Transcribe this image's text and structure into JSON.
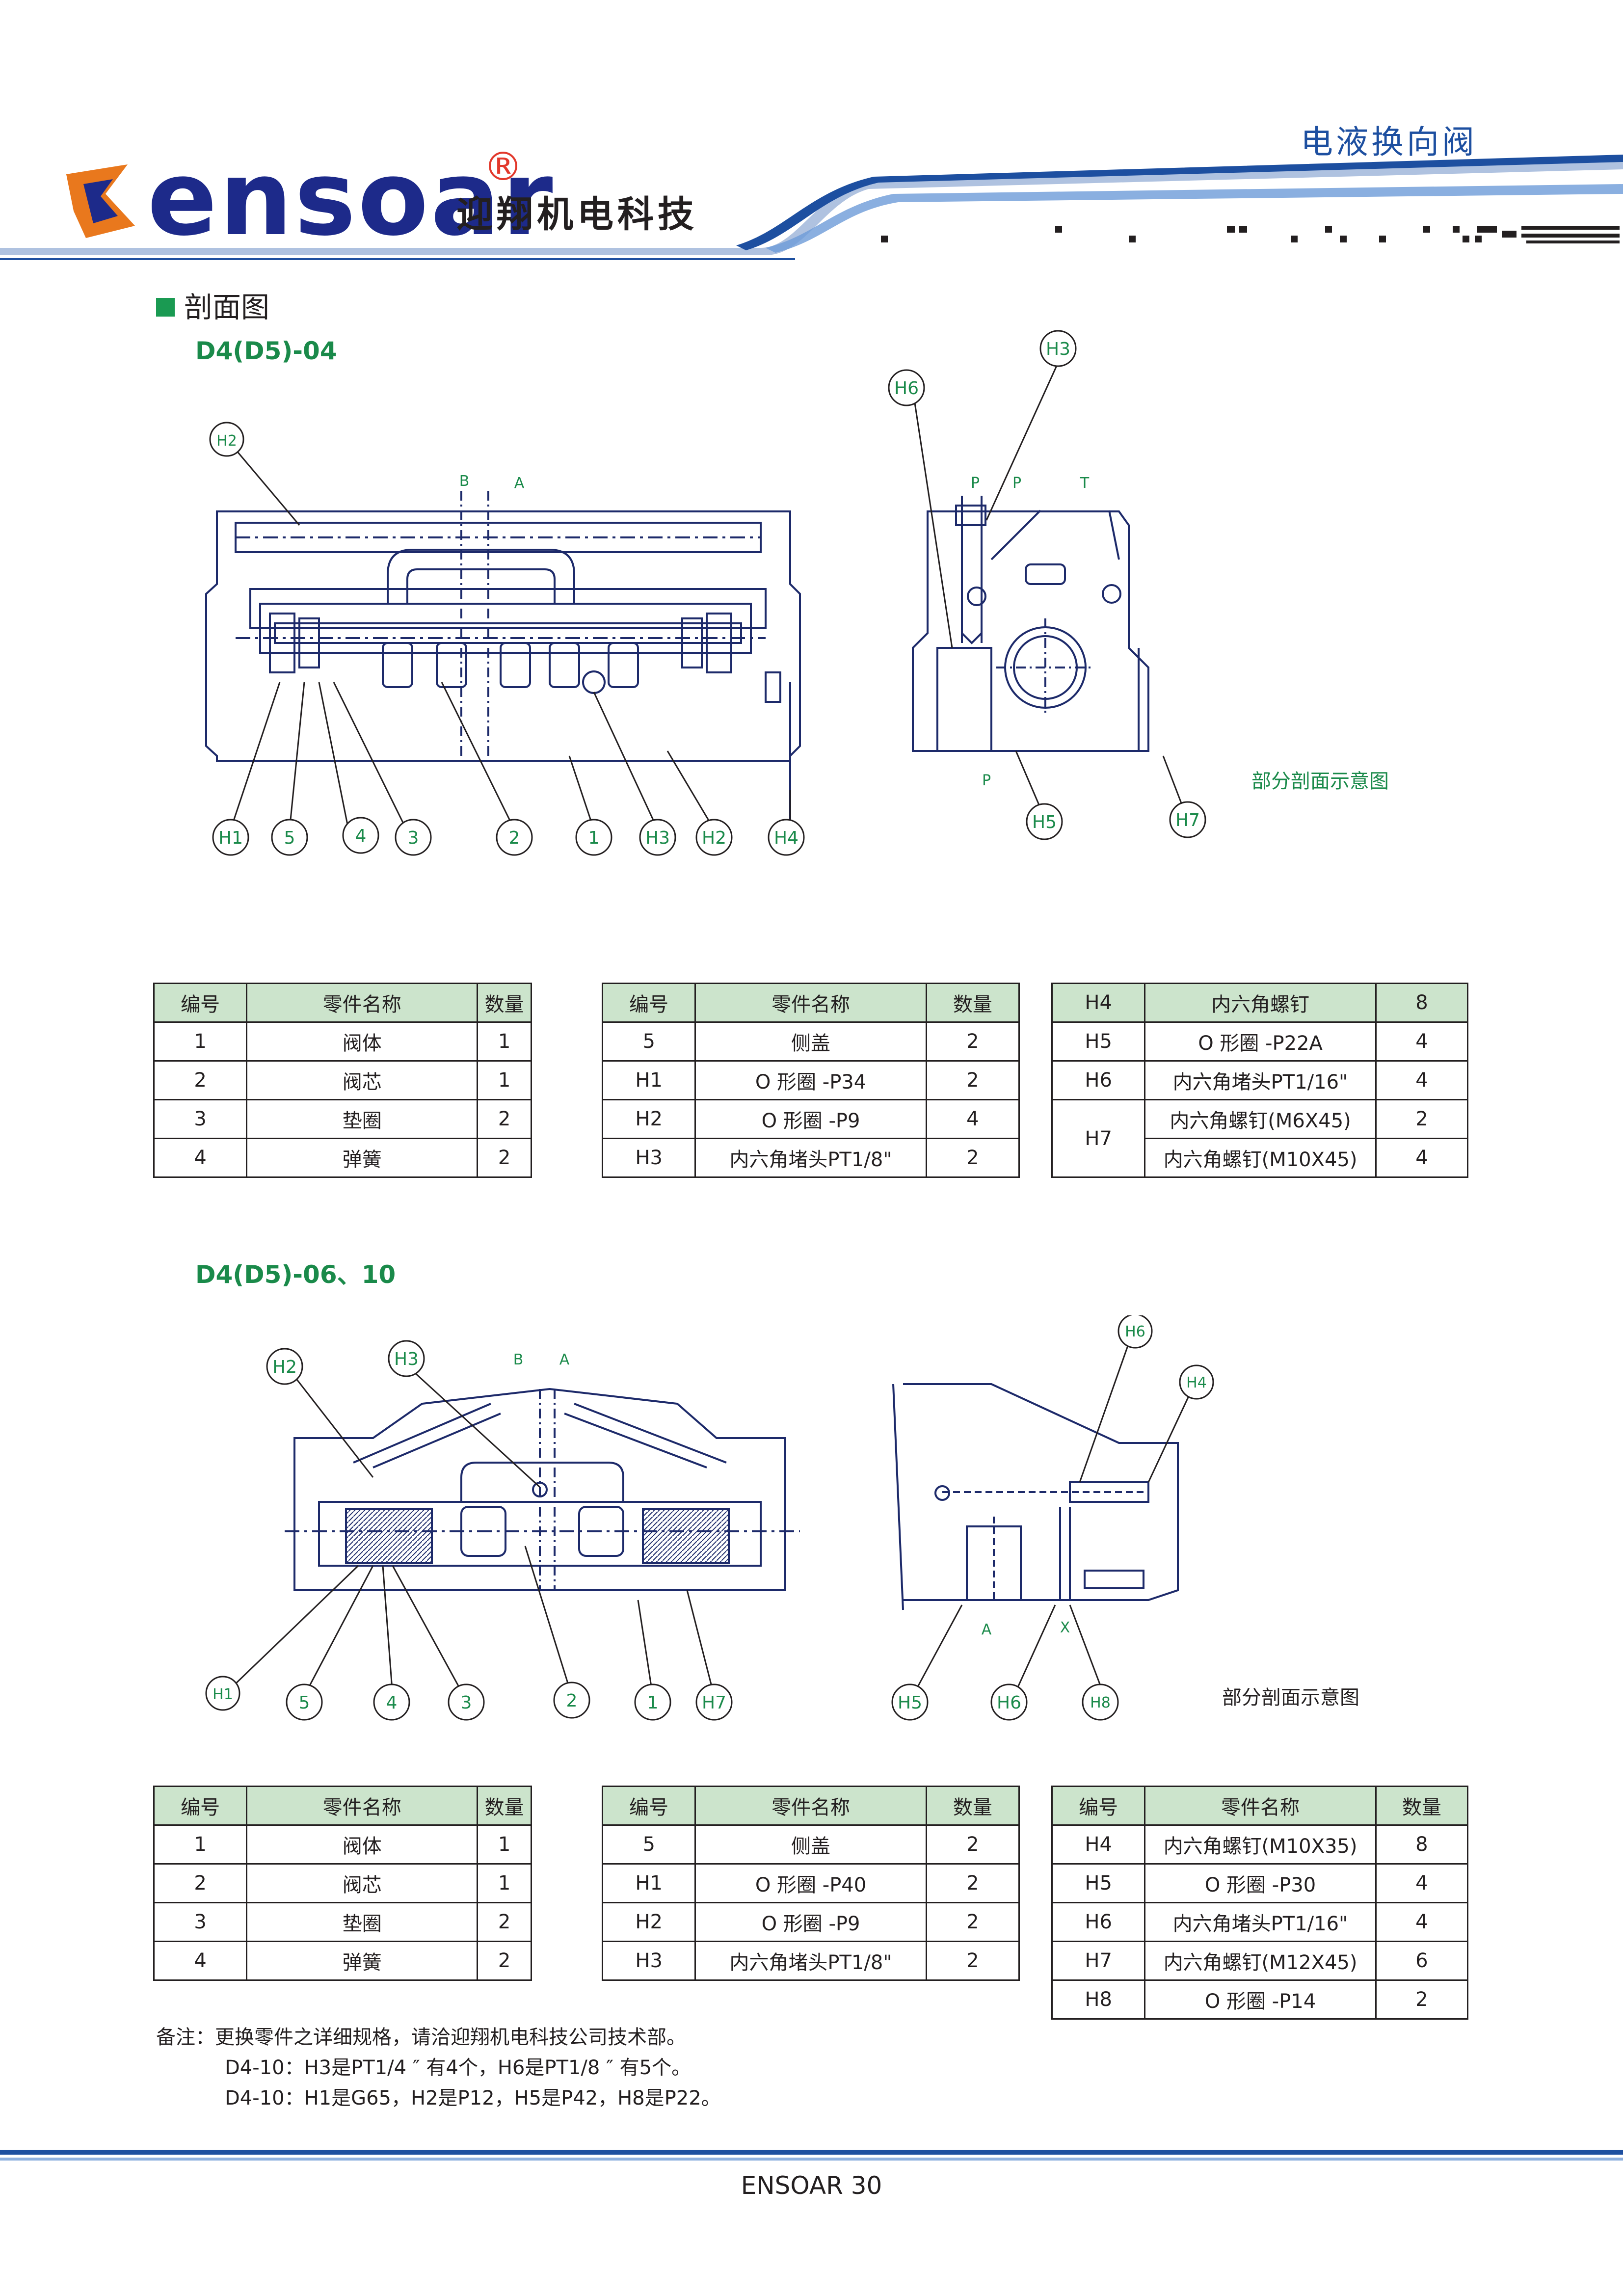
{
  "header": {
    "brand": "ensoar",
    "registered_mark": "®",
    "brand_cn": "迎翔机电科技",
    "doc_title": "电液换向阀",
    "colors": {
      "brand_blue": "#1d2a8a",
      "brand_orange": "#e9781d",
      "title_blue": "#1d4fa0",
      "accent_green": "#1a8a4a",
      "table_header": "#cce4cc"
    }
  },
  "section": {
    "title": "剖面图"
  },
  "drawing1": {
    "model": "D4(D5)-04",
    "port_labels": {
      "b": "B",
      "a": "A",
      "p1": "P",
      "p2": "P",
      "t": "T",
      "p_bottom": "P"
    },
    "callouts": {
      "h2_top": "H2",
      "h3_top": "H3",
      "h6_top": "H6",
      "h1": "H1",
      "n5": "5",
      "n4": "4",
      "n3": "3",
      "n2": "2",
      "n1": "1",
      "h3": "H3",
      "h2": "H2",
      "h4": "H4",
      "h5": "H5",
      "h7": "H7"
    },
    "partial_section_caption": "部分剖面示意图"
  },
  "tables1": {
    "headers": {
      "no": "编号",
      "name": "零件名称",
      "qty": "数量"
    },
    "t1": [
      [
        "1",
        "阀体",
        "1"
      ],
      [
        "2",
        "阀芯",
        "1"
      ],
      [
        "3",
        "垫圈",
        "2"
      ],
      [
        "4",
        "弹簧",
        "2"
      ]
    ],
    "t2": [
      [
        "5",
        "侧盖",
        "2"
      ],
      [
        "H1",
        "O 形圈 -P34",
        "2"
      ],
      [
        "H2",
        "O 形圈 -P9",
        "4"
      ],
      [
        "H3",
        "内六角堵头PT1/8\"",
        "2"
      ]
    ],
    "t3": [
      [
        "H4",
        "内六角螺钉",
        "8"
      ],
      [
        "H5",
        "O 形圈 -P22A",
        "4"
      ],
      [
        "H6",
        "内六角堵头PT1/16\"",
        "4"
      ],
      [
        "H7",
        "内六角螺钉(M6X45)",
        "2"
      ],
      [
        "",
        "内六角螺钉(M10X45)",
        "4"
      ]
    ]
  },
  "drawing2": {
    "model": "D4(D5)-06、10",
    "port_labels": {
      "b": "B",
      "a": "A",
      "a_bottom": "A",
      "x_bottom": "X"
    },
    "callouts": {
      "h2": "H2",
      "h3": "H3",
      "h6_top": "H6",
      "h4_top": "H4",
      "h1": "H1",
      "n5": "5",
      "n4": "4",
      "n3": "3",
      "n2": "2",
      "n1": "1",
      "h7": "H7",
      "h5": "H5",
      "h6": "H6",
      "h8": "H8"
    },
    "partial_section_caption": "部分剖面示意图"
  },
  "tables2": {
    "headers": {
      "no": "编号",
      "name": "零件名称",
      "qty": "数量"
    },
    "t1": [
      [
        "1",
        "阀体",
        "1"
      ],
      [
        "2",
        "阀芯",
        "1"
      ],
      [
        "3",
        "垫圈",
        "2"
      ],
      [
        "4",
        "弹簧",
        "2"
      ]
    ],
    "t2": [
      [
        "5",
        "侧盖",
        "2"
      ],
      [
        "H1",
        "O 形圈 -P40",
        "2"
      ],
      [
        "H2",
        "O 形圈 -P9",
        "2"
      ],
      [
        "H3",
        "内六角堵头PT1/8\"",
        "2"
      ]
    ],
    "t3": [
      [
        "H4",
        "内六角螺钉(M10X35)",
        "8"
      ],
      [
        "H5",
        "O 形圈 -P30",
        "4"
      ],
      [
        "H6",
        "内六角堵头PT1/16\"",
        "4"
      ],
      [
        "H7",
        "内六角螺钉(M12X45)",
        "6"
      ],
      [
        "H8",
        "O 形圈 -P14",
        "2"
      ]
    ]
  },
  "notes": {
    "line1": "备注：更换零件之详细规格，请洽迎翔机电科技公司技术部。",
    "line2": "D4-10：H3是PT1/4 ″ 有4个，H6是PT1/8 ″ 有5个。",
    "line3": "D4-10：H1是G65，H2是P12，H5是P42，H8是P22。"
  },
  "footer": {
    "page_label": "ENSOAR 30"
  }
}
